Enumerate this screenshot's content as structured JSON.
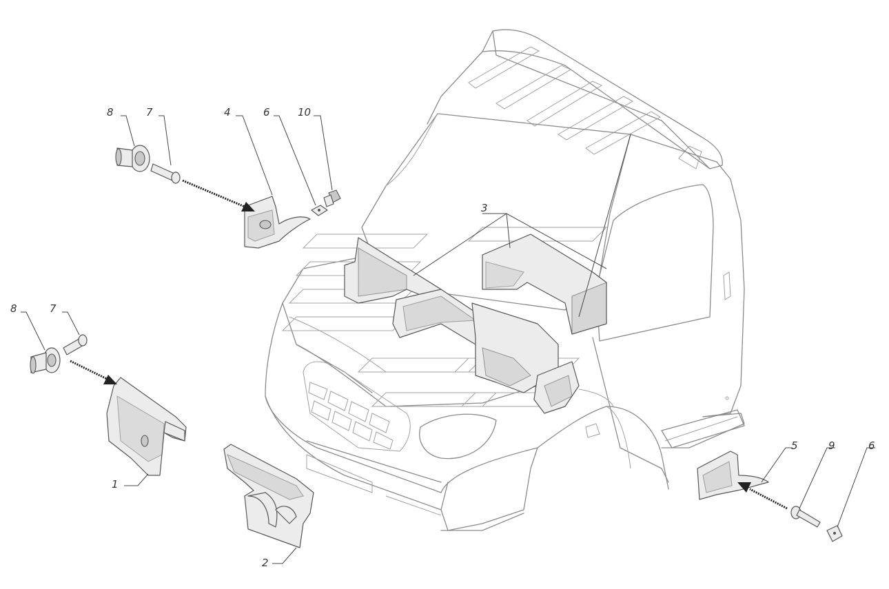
{
  "callouts": {
    "c1": "1",
    "c2": "2",
    "c3": "3",
    "c4": "4",
    "c5": "5",
    "c6a": "6",
    "c6b": "6",
    "c7a": "7",
    "c7b": "7",
    "c8a": "8",
    "c8b": "8",
    "c9": "9",
    "c10": "10"
  }
}
